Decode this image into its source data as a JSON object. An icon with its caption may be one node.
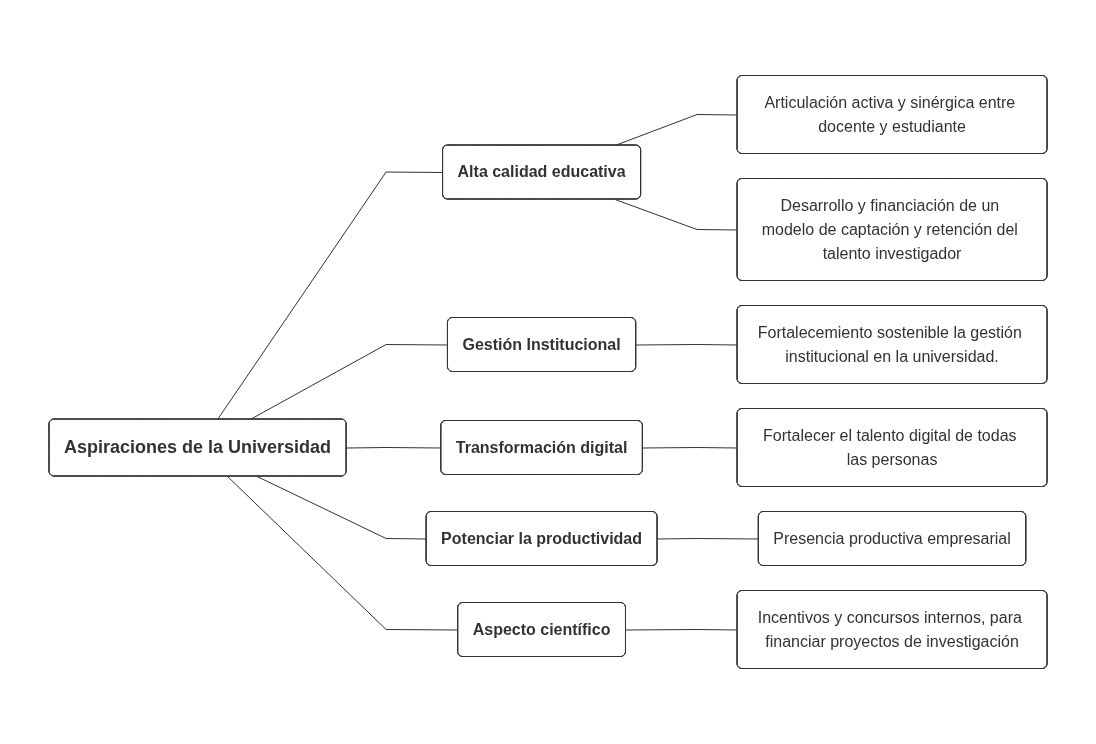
{
  "diagram": {
    "nodes": [
      {
        "text": [
          "Aspiraciones de la Universidad"
        ]
      },
      {
        "text": [
          "Alta calidad educativa"
        ]
      },
      {
        "text": [
          "Articulación activa y sinérgica entre docente y estudiante"
        ]
      },
      {
        "text": [
          "Desarrollo y financiación de un modelo de captación y retención del talento investigador"
        ]
      },
      {
        "text": [
          "Gestión Institucional"
        ]
      },
      {
        "text": [
          "Fortalecemiento sostenible la gestión institucional en la universidad."
        ]
      },
      {
        "text": [
          "Transformación digital"
        ]
      },
      {
        "text": [
          "Fortalecer el talento digital de todas las personas"
        ]
      },
      {
        "text": [
          "Potenciar la productividad"
        ]
      },
      {
        "text": [
          "Presencia productiva empresarial"
        ]
      },
      {
        "text": [
          "Aspecto científico"
        ]
      },
      {
        "text": [
          "Incentivos y concursos internos, para financiar proyectos de investigación"
        ]
      }
    ],
    "edges": [
      {
        "from": 0,
        "to": 1,
        "arrow": "none"
      },
      {
        "from": 1,
        "to": 2,
        "arrow": "none"
      },
      {
        "from": 1,
        "to": 3,
        "arrow": "none"
      },
      {
        "from": 0,
        "to": 4,
        "arrow": "none"
      },
      {
        "from": 4,
        "to": 5,
        "arrow": "none"
      },
      {
        "from": 0,
        "to": 6,
        "arrow": "none"
      },
      {
        "from": 6,
        "to": 7,
        "arrow": "none"
      },
      {
        "from": 0,
        "to": 8,
        "arrow": "none"
      },
      {
        "from": 8,
        "to": 9,
        "arrow": "none"
      },
      {
        "from": 0,
        "to": 10,
        "arrow": "none"
      },
      {
        "from": 10,
        "to": 11,
        "arrow": "none"
      }
    ]
  }
}
